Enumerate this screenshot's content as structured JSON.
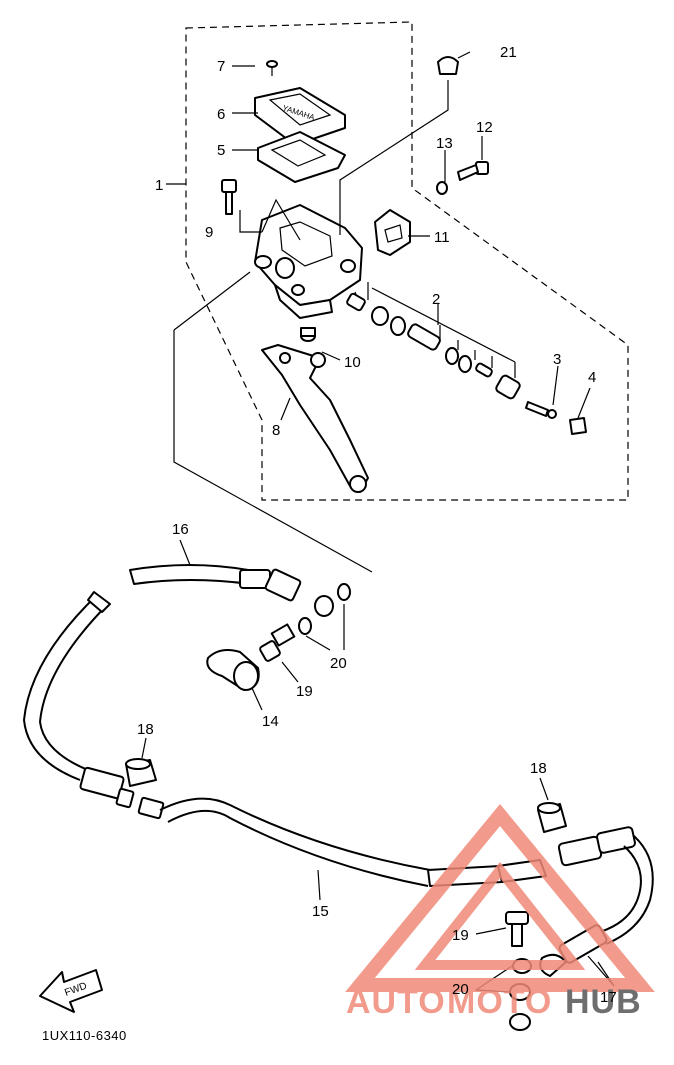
{
  "diagram_code": "1UX110-6340",
  "fwd_label": "FWD",
  "watermark": {
    "text_1": "AUTO",
    "text_2": "MOTO",
    "text_3": "HUB",
    "color_main": "#f08a78",
    "color_dark": "#555555"
  },
  "callouts": {
    "p1": "1",
    "p2": "2",
    "p3": "3",
    "p4": "4",
    "p5": "5",
    "p6": "6",
    "p7": "7",
    "p8": "8",
    "p9": "9",
    "p10": "10",
    "p11": "11",
    "p12": "12",
    "p13": "13",
    "p14": "14",
    "p15": "15",
    "p16": "16",
    "p17": "17",
    "p18a": "18",
    "p18b": "18",
    "p19a": "19",
    "p19b": "19",
    "p20a": "20",
    "p20b": "20",
    "p21": "21"
  }
}
